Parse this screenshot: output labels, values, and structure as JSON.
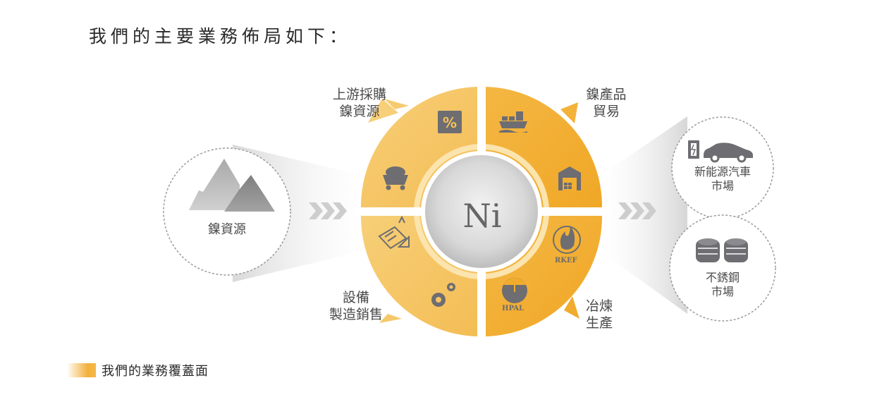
{
  "title": "我們的主要業務佈局如下：",
  "colors": {
    "quadrant_light": "#f6c561",
    "quadrant_dark": "#f2ac2c",
    "inner_ring": "#fbe3a9",
    "icon_gray": "#6d6d72",
    "circle_border": "#9a9a9a",
    "arrow_gray": "#cfcfcf"
  },
  "source": {
    "label": "鎳資源",
    "icon": "mountain-icon"
  },
  "center": {
    "symbol": "Ni"
  },
  "quadrants": [
    {
      "position": "top-left",
      "label_line1": "上游採購",
      "label_line2": "鎳資源",
      "icons": [
        "percent-icon",
        "mine-cart-icon"
      ]
    },
    {
      "position": "top-right",
      "label_line1": "鎳產品",
      "label_line2": "貿易",
      "icons": [
        "cargo-ship-icon",
        "warehouse-icon"
      ]
    },
    {
      "position": "bottom-right",
      "label_line1": "冶煉",
      "label_line2": "生產",
      "icons": [
        "rkef-flame-icon",
        "hpal-reactor-icon"
      ],
      "icon_captions": [
        "RKEF",
        "HPAL"
      ]
    },
    {
      "position": "bottom-left",
      "label_line1": "設備",
      "label_line2": "製造銷售",
      "icons": [
        "blueprint-icon",
        "gears-icon"
      ]
    }
  ],
  "markets": [
    {
      "label_line1": "新能源汽車",
      "label_line2": "市場",
      "icons": [
        "battery-icon",
        "car-icon"
      ]
    },
    {
      "label_line1": "不銹鋼",
      "label_line2": "市場",
      "icons": [
        "steel-coil-icon"
      ]
    }
  ],
  "legend": {
    "label": "我們的業務覆蓋面"
  }
}
